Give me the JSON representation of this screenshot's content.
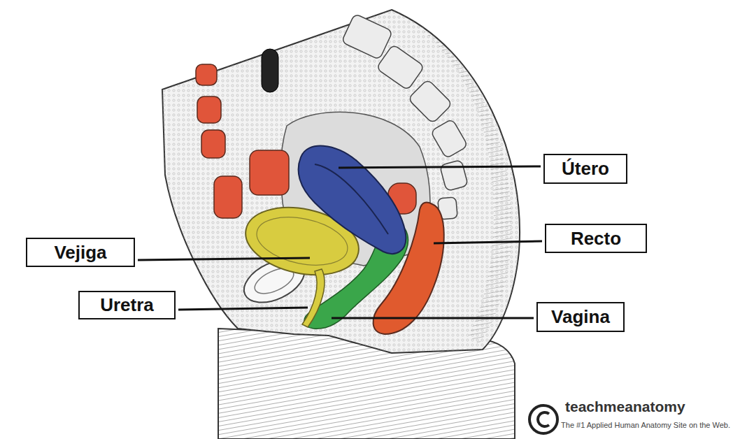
{
  "diagram": {
    "nodes": [
      {
        "text": [
          "Útero"
        ]
      },
      {
        "text": [
          "Recto"
        ]
      },
      {
        "text": [
          "Vejiga"
        ]
      },
      {
        "text": [
          "Uretra"
        ]
      },
      {
        "text": [
          "Vagina"
        ]
      }
    ],
    "labels": [
      "teachmeanatomy",
      "The #1 Applied Human Anatomy Site on the Web."
    ]
  }
}
